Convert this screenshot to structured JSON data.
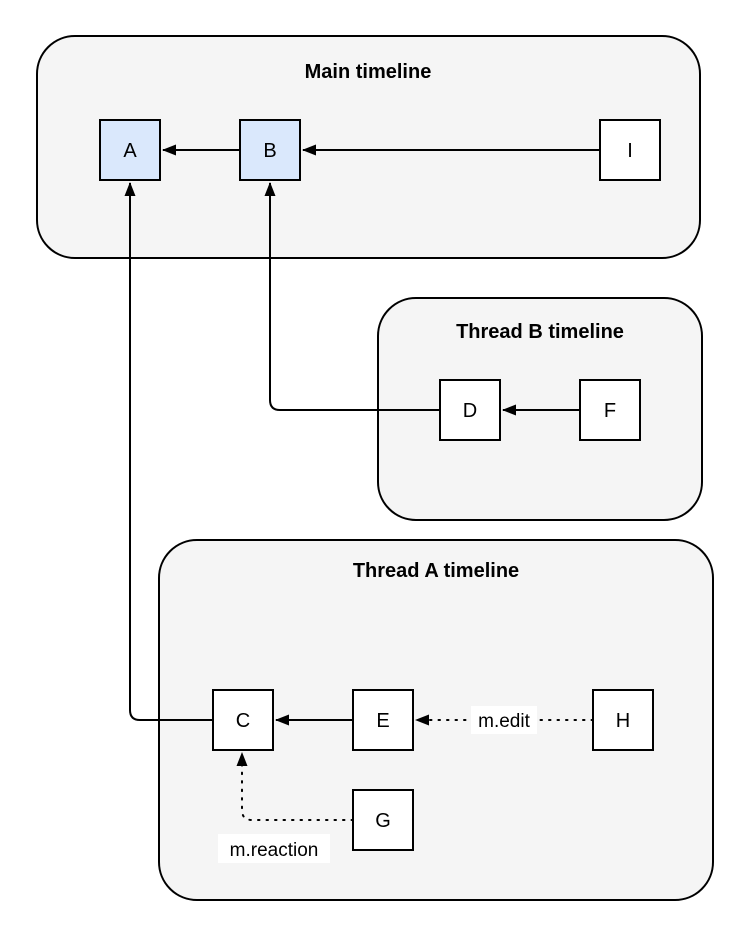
{
  "diagram": {
    "colors": {
      "background": "#ffffff",
      "container_fill": "#f5f5f5",
      "container_stroke": "#000000",
      "node_fill": "#ffffff",
      "node_highlight_fill": "#dae8fc",
      "edge_stroke": "#000000",
      "label_background": "#ffffff",
      "text": "#000000"
    },
    "containers": [
      {
        "id": "main-timeline",
        "title": "Main timeline"
      },
      {
        "id": "thread-b-timeline",
        "title": "Thread B timeline"
      },
      {
        "id": "thread-a-timeline",
        "title": "Thread A timeline"
      }
    ],
    "nodes": [
      {
        "id": "A",
        "label": "A",
        "highlighted": true,
        "container": "main-timeline"
      },
      {
        "id": "B",
        "label": "B",
        "highlighted": true,
        "container": "main-timeline"
      },
      {
        "id": "I",
        "label": "I",
        "highlighted": false,
        "container": "main-timeline"
      },
      {
        "id": "D",
        "label": "D",
        "highlighted": false,
        "container": "thread-b-timeline"
      },
      {
        "id": "F",
        "label": "F",
        "highlighted": false,
        "container": "thread-b-timeline"
      },
      {
        "id": "C",
        "label": "C",
        "highlighted": false,
        "container": "thread-a-timeline"
      },
      {
        "id": "E",
        "label": "E",
        "highlighted": false,
        "container": "thread-a-timeline"
      },
      {
        "id": "H",
        "label": "H",
        "highlighted": false,
        "container": "thread-a-timeline"
      },
      {
        "id": "G",
        "label": "G",
        "highlighted": false,
        "container": "thread-a-timeline"
      }
    ],
    "edges": [
      {
        "from": "B",
        "to": "A",
        "style": "solid",
        "label": ""
      },
      {
        "from": "I",
        "to": "B",
        "style": "solid",
        "label": ""
      },
      {
        "from": "F",
        "to": "D",
        "style": "solid",
        "label": ""
      },
      {
        "from": "D",
        "to": "B",
        "style": "solid",
        "label": ""
      },
      {
        "from": "E",
        "to": "C",
        "style": "solid",
        "label": ""
      },
      {
        "from": "C",
        "to": "A",
        "style": "solid",
        "label": ""
      },
      {
        "from": "H",
        "to": "E",
        "style": "dotted",
        "label": "m.edit"
      },
      {
        "from": "G",
        "to": "C",
        "style": "dotted",
        "label": "m.reaction"
      }
    ]
  }
}
